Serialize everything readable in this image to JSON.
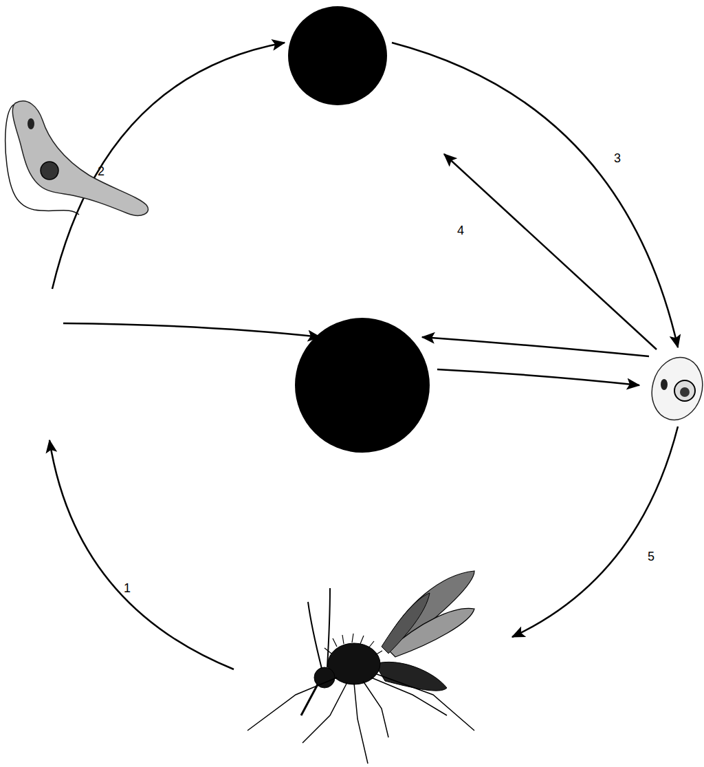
{
  "diagram": {
    "labels": [
      "2",
      "3",
      "4",
      "5",
      "1"
    ]
  }
}
